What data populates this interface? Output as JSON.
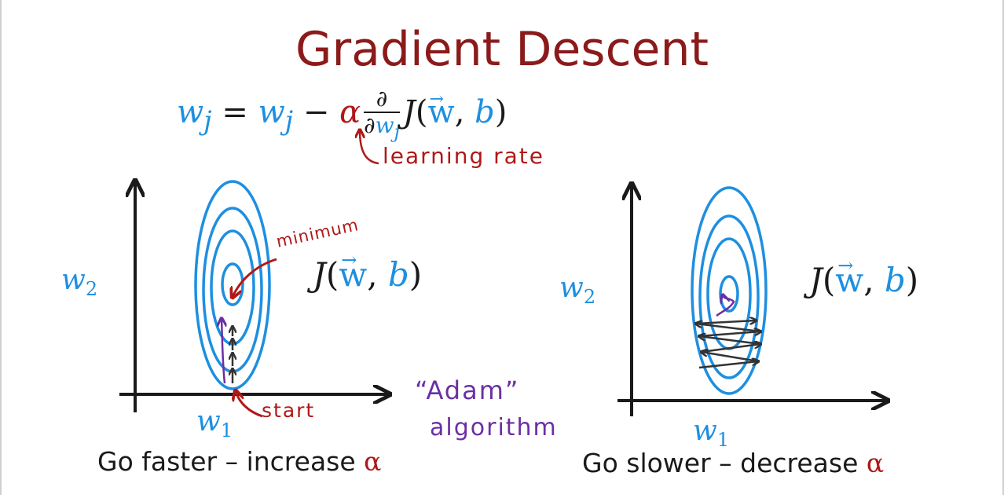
{
  "title": "Gradient Descent",
  "equation": {
    "lhs": "w",
    "lhs_sub": "j",
    "equals": "=",
    "rhs_w": "w",
    "rhs_w_sub": "j",
    "minus": "−",
    "alpha": "α",
    "partial": "∂",
    "den_partial": "∂",
    "den_w": "w",
    "den_sub": "j",
    "J": "J",
    "open": "(",
    "vec_w": "w",
    "comma": ",",
    "b": "b",
    "close": ")"
  },
  "annotations": {
    "learning_rate": "learning rate",
    "minimum": "minimum",
    "start": "start",
    "adam": "“Adam”",
    "algorithm": "algorithm"
  },
  "left_plot": {
    "y_axis": "w",
    "y_axis_sub": "2",
    "x_axis": "w",
    "x_axis_sub": "1",
    "cost": {
      "J": "J",
      "open": "(",
      "w": "w",
      "comma": ",",
      "b": "b",
      "close": ")"
    },
    "caption_text": "Go faster – increase ",
    "caption_alpha": "α"
  },
  "right_plot": {
    "y_axis": "w",
    "y_axis_sub": "2",
    "x_axis": "w",
    "x_axis_sub": "1",
    "cost": {
      "J": "J",
      "open": "(",
      "w": "w",
      "comma": ",",
      "b": "b",
      "close": ")"
    },
    "caption_text": "Go slower – decrease ",
    "caption_alpha": "α"
  },
  "colors": {
    "title": "#8b1a1a",
    "contour": "#1e8fe0",
    "annotation_red": "#b01818",
    "annotation_purple": "#6b2fa3",
    "ink": "#1a1a1a"
  }
}
